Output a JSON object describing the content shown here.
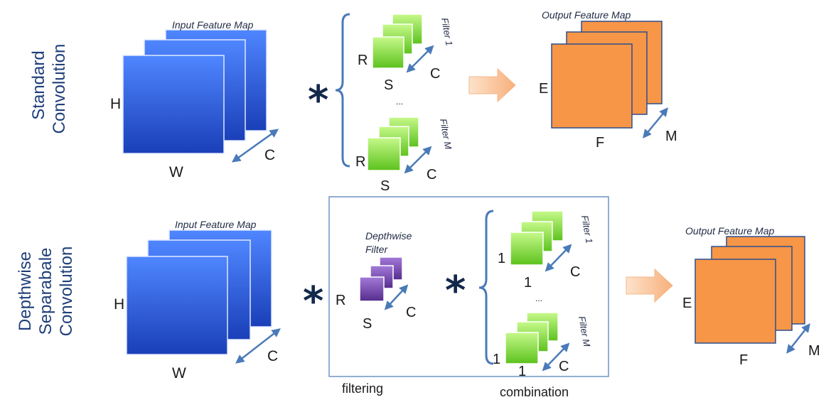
{
  "rows": {
    "standard": {
      "line1": "Standard",
      "line2": "Convolution"
    },
    "depthwise": {
      "line1": "Depthwise",
      "line2": "Separabale",
      "line3": "Convolution"
    }
  },
  "input_map": {
    "title": "Input Feature Map",
    "height": "H",
    "width": "W",
    "channels": "C"
  },
  "standard_filters": {
    "filter1_name": "Filter 1",
    "filterM_name": "Filter M",
    "r": "R",
    "s": "S",
    "c": "C",
    "dots": "..."
  },
  "output_map": {
    "title": "Output Feature Map",
    "height": "E",
    "width": "F",
    "channels": "M"
  },
  "depthwise_block": {
    "filter_title_line1": "Depthwise",
    "filter_title_line2": "Filter",
    "r": "R",
    "s": "S",
    "c": "C",
    "pointwise": {
      "filter1_name": "Filter 1",
      "filterM_name": "Filter M",
      "one": "1",
      "c": "C",
      "dots": "..."
    },
    "filtering_label": "filtering",
    "combination_label": "combination"
  },
  "operator": "*",
  "colors": {
    "input_blue_top": "#4f86ff",
    "input_blue_bottom": "#1a3fb8",
    "filter_green_top": "#b9f57a",
    "filter_green_bottom": "#5cc21d",
    "depthwise_purple_top": "#9d6fd6",
    "depthwise_purple_bottom": "#5a2f93",
    "output_orange": "#f79646",
    "output_border": "#2f4f8f",
    "arrow_fill": "#fbc9a2",
    "dim_arrow": "#4a7ab8",
    "box_border": "#6f92c4"
  }
}
